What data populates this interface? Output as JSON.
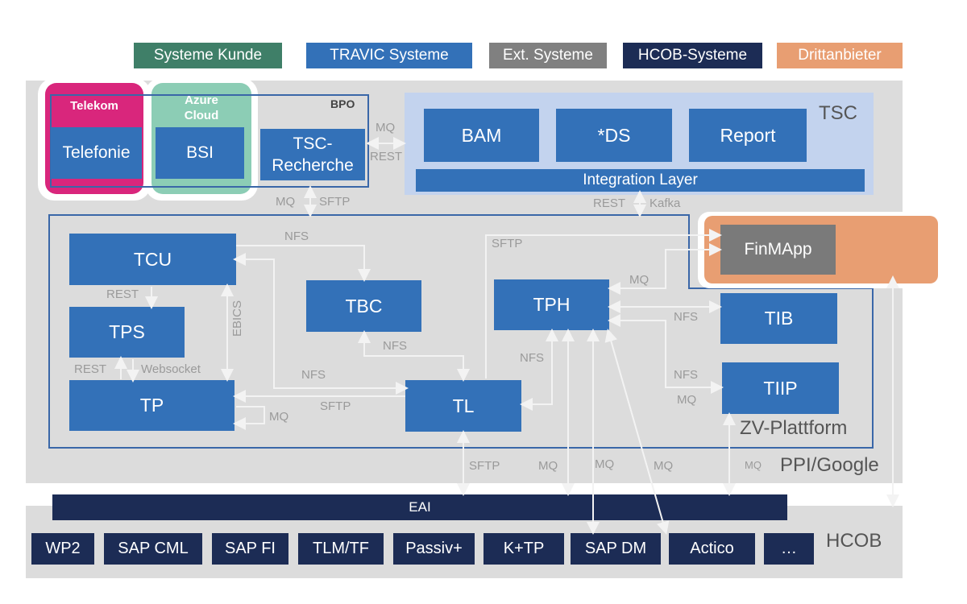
{
  "legend": [
    {
      "label": "Systeme Kunde",
      "color": "#3f7f68"
    },
    {
      "label": "TRAVIC Systeme",
      "color": "#3371b8"
    },
    {
      "label": "Ext. Systeme",
      "color": "#808080"
    },
    {
      "label": "HCOB-Systeme",
      "color": "#1c2c55"
    },
    {
      "label": "Drittanbieter",
      "color": "#e89e72"
    }
  ],
  "colors": {
    "travic": "#3371b8",
    "hcob": "#1c2c55",
    "ext": "#7a7a7a",
    "drittanbieter": "#e89e72",
    "telekom": "#d9267c",
    "azure": "#8ccdb5",
    "tsc_bg": "#c3d3ee",
    "panel": "#dcdcdc"
  },
  "zones": {
    "telekom": "Telekom",
    "azure": "Azure Cloud",
    "bpo": "BPO",
    "tsc": "TSC",
    "zv": "ZV-Plattform",
    "ppi": "PPI/Google",
    "hcob": "HCOB"
  },
  "systems": {
    "telefonie": "Telefonie",
    "bsi": "BSI",
    "tsc_recherche": "TSC-Recherche",
    "bam": "BAM",
    "ds": "*DS",
    "report": "Report",
    "integration_layer": "Integration Layer",
    "finmapp": "FinMApp",
    "tcu": "TCU",
    "tps": "TPS",
    "tp": "TP",
    "tbc": "TBC",
    "tph": "TPH",
    "tl": "TL",
    "tib": "TIB",
    "tiip": "TIIP",
    "eai": "EAI"
  },
  "hcob_systems": [
    "WP2",
    "SAP CML",
    "SAP FI",
    "TLM/TF",
    "Passiv+",
    "K+TP",
    "SAP DM",
    "Actico",
    "…"
  ],
  "connections": {
    "bpo_tsc_top": "MQ",
    "bpo_tsc_bottom": "REST",
    "bpo_zv_left": "MQ",
    "bpo_zv_right": "SFTP",
    "tsc_zv_left": "REST",
    "tsc_zv_right": "Kafka",
    "tcu_tbc": "NFS",
    "tcu_tps": "REST",
    "tps_tp_left": "REST",
    "tps_tp_right": "Websocket",
    "tp_tcu": "EBICS",
    "tbc_tl": "NFS",
    "tcu_tl": "NFS",
    "tl_tp": "SFTP",
    "tp_self": "MQ",
    "tl_finmapp": "SFTP",
    "tph_finmapp": "MQ",
    "tph_tl": "NFS",
    "tph_tib": "NFS",
    "tph_tiip_1": "NFS",
    "tph_tiip_2": "MQ",
    "tl_eai": "SFTP",
    "tph_eai": "MQ",
    "tph_sapdm": "MQ",
    "tph_actico": "MQ",
    "tiip_eai": "MQ"
  }
}
